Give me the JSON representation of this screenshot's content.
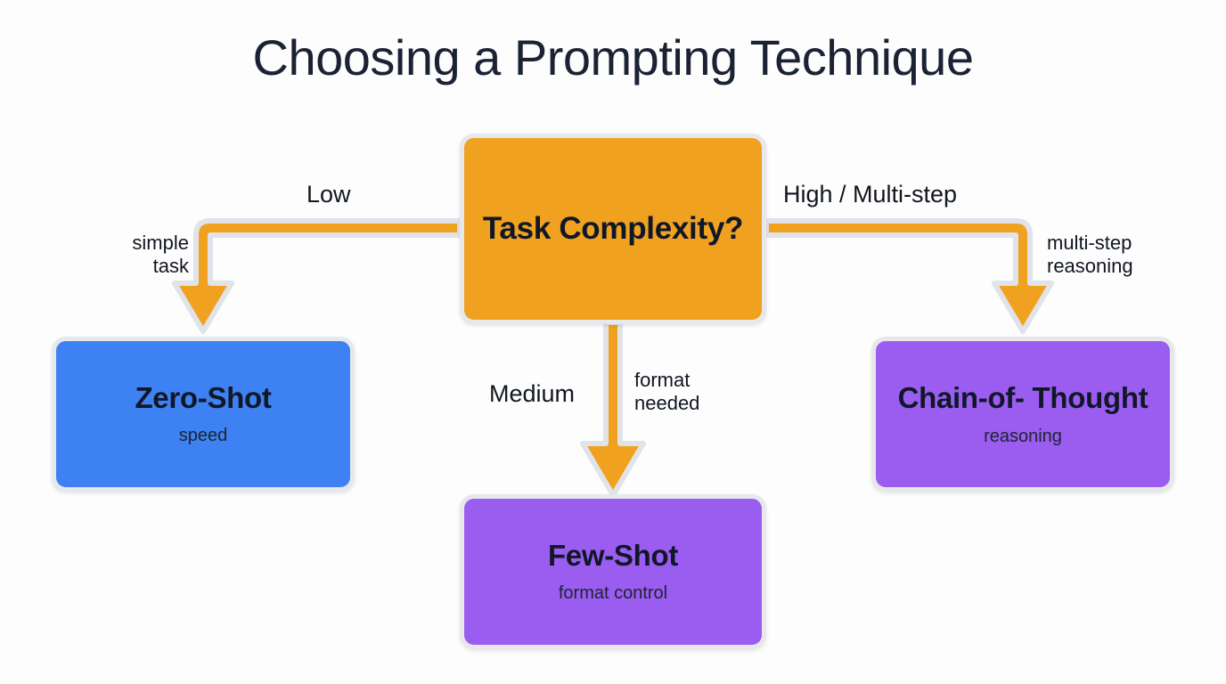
{
  "page": {
    "title": "Choosing a Prompting Technique",
    "background_color": "#fdfdfd",
    "title_color": "#1a2233"
  },
  "colors": {
    "decision": "#efa11f",
    "zero_shot": "#3d81f2",
    "few_shot": "#9a5df0",
    "chain_of_thought": "#9a5df0",
    "node_border": "#e6e8eb",
    "arrow_fill": "#efa11f",
    "arrow_outline": "#e0e3e7",
    "text_dark": "#101828"
  },
  "nodes": {
    "decision": {
      "title": "Task\nComplexity?",
      "subtitle": "",
      "color": "#efa11f"
    },
    "zero_shot": {
      "title": "Zero-Shot",
      "subtitle": "speed",
      "color": "#3d81f2"
    },
    "few_shot": {
      "title": "Few-Shot",
      "subtitle": "format control",
      "color": "#9a5df0"
    },
    "chain_of_thought": {
      "title": "Chain-of-\nThought",
      "subtitle": "reasoning",
      "color": "#9a5df0"
    }
  },
  "edges": [
    {
      "id": "left",
      "from": "decision",
      "to": "zero_shot",
      "label": "Low",
      "annotation": "simple\ntask"
    },
    {
      "id": "middle",
      "from": "decision",
      "to": "few_shot",
      "label": "Medium",
      "annotation": "format\nneeded"
    },
    {
      "id": "right",
      "from": "decision",
      "to": "chain_of_thought",
      "label": "High / Multi-step",
      "annotation": "multi-step\nreasoning"
    }
  ]
}
